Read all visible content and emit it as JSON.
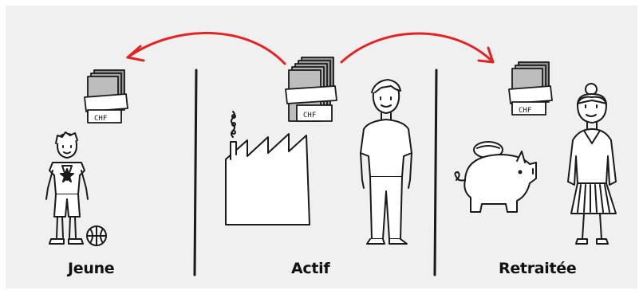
{
  "labels": {
    "young": "Jeune",
    "active": "Actif",
    "retired": "Retraitée"
  },
  "currency": "CHF",
  "colors": {
    "arrow": "#e32424",
    "ink": "#1a1a1a",
    "bill": "#9a9a9a",
    "background": "#f0f0f0"
  },
  "icons": [
    "money-stack-icon",
    "factory-icon",
    "piggy-bank-icon",
    "basketball-icon",
    "child-figure",
    "adult-man-figure",
    "elderly-woman-figure"
  ]
}
